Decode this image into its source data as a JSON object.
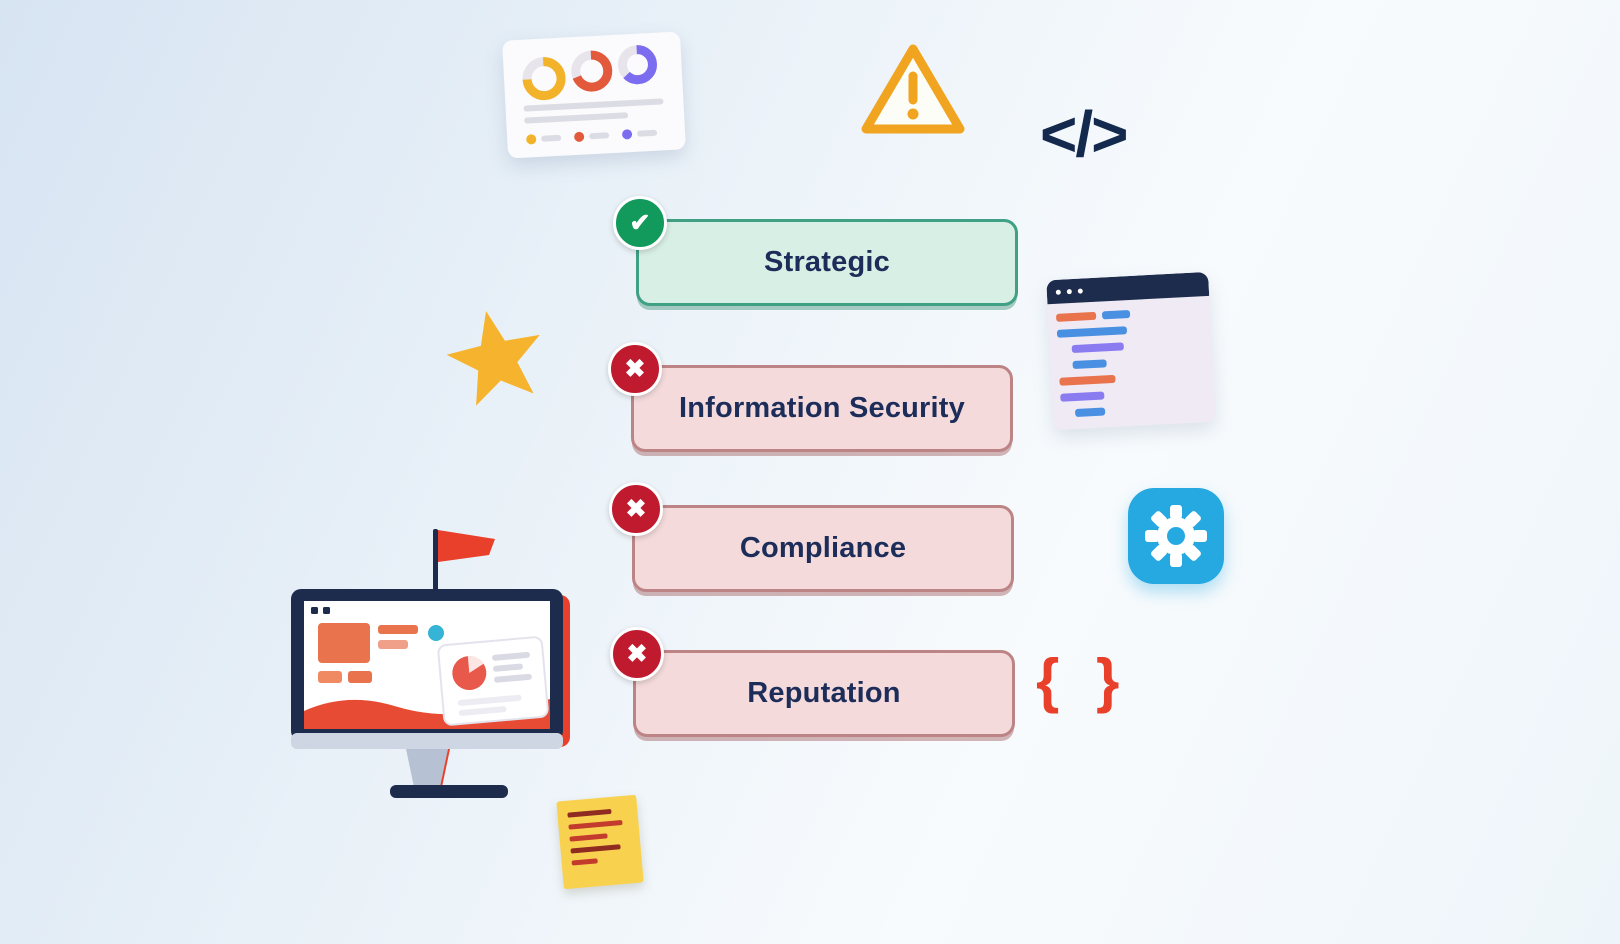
{
  "quiz": {
    "options": [
      {
        "label": "Strategic",
        "state": "correct"
      },
      {
        "label": "Information Security",
        "state": "incorrect"
      },
      {
        "label": "Compliance",
        "state": "incorrect"
      },
      {
        "label": "Reputation",
        "state": "incorrect"
      }
    ]
  },
  "icons": {
    "check_glyph": "✔",
    "cross_glyph": "✖",
    "code_glyph": "</>",
    "braces_glyph": "{ }"
  },
  "colors": {
    "background_start": "#d7e4f2",
    "background_end": "#f8fbfd",
    "correct_fill": "#d8efe5",
    "correct_border": "#3fa084",
    "correct_badge": "#12995c",
    "incorrect_fill": "#f4dadb",
    "incorrect_border": "#bd8486",
    "incorrect_badge": "#bf1a2e",
    "label_text": "#1d2d5a",
    "warning_orange": "#f0a41f",
    "code_navy": "#14294e",
    "brace_red": "#e8402a",
    "gear_blue": "#26a9e1",
    "star_gold": "#f6b42e",
    "monitor_navy": "#1d2b4d",
    "accent_red": "#e8402a"
  }
}
